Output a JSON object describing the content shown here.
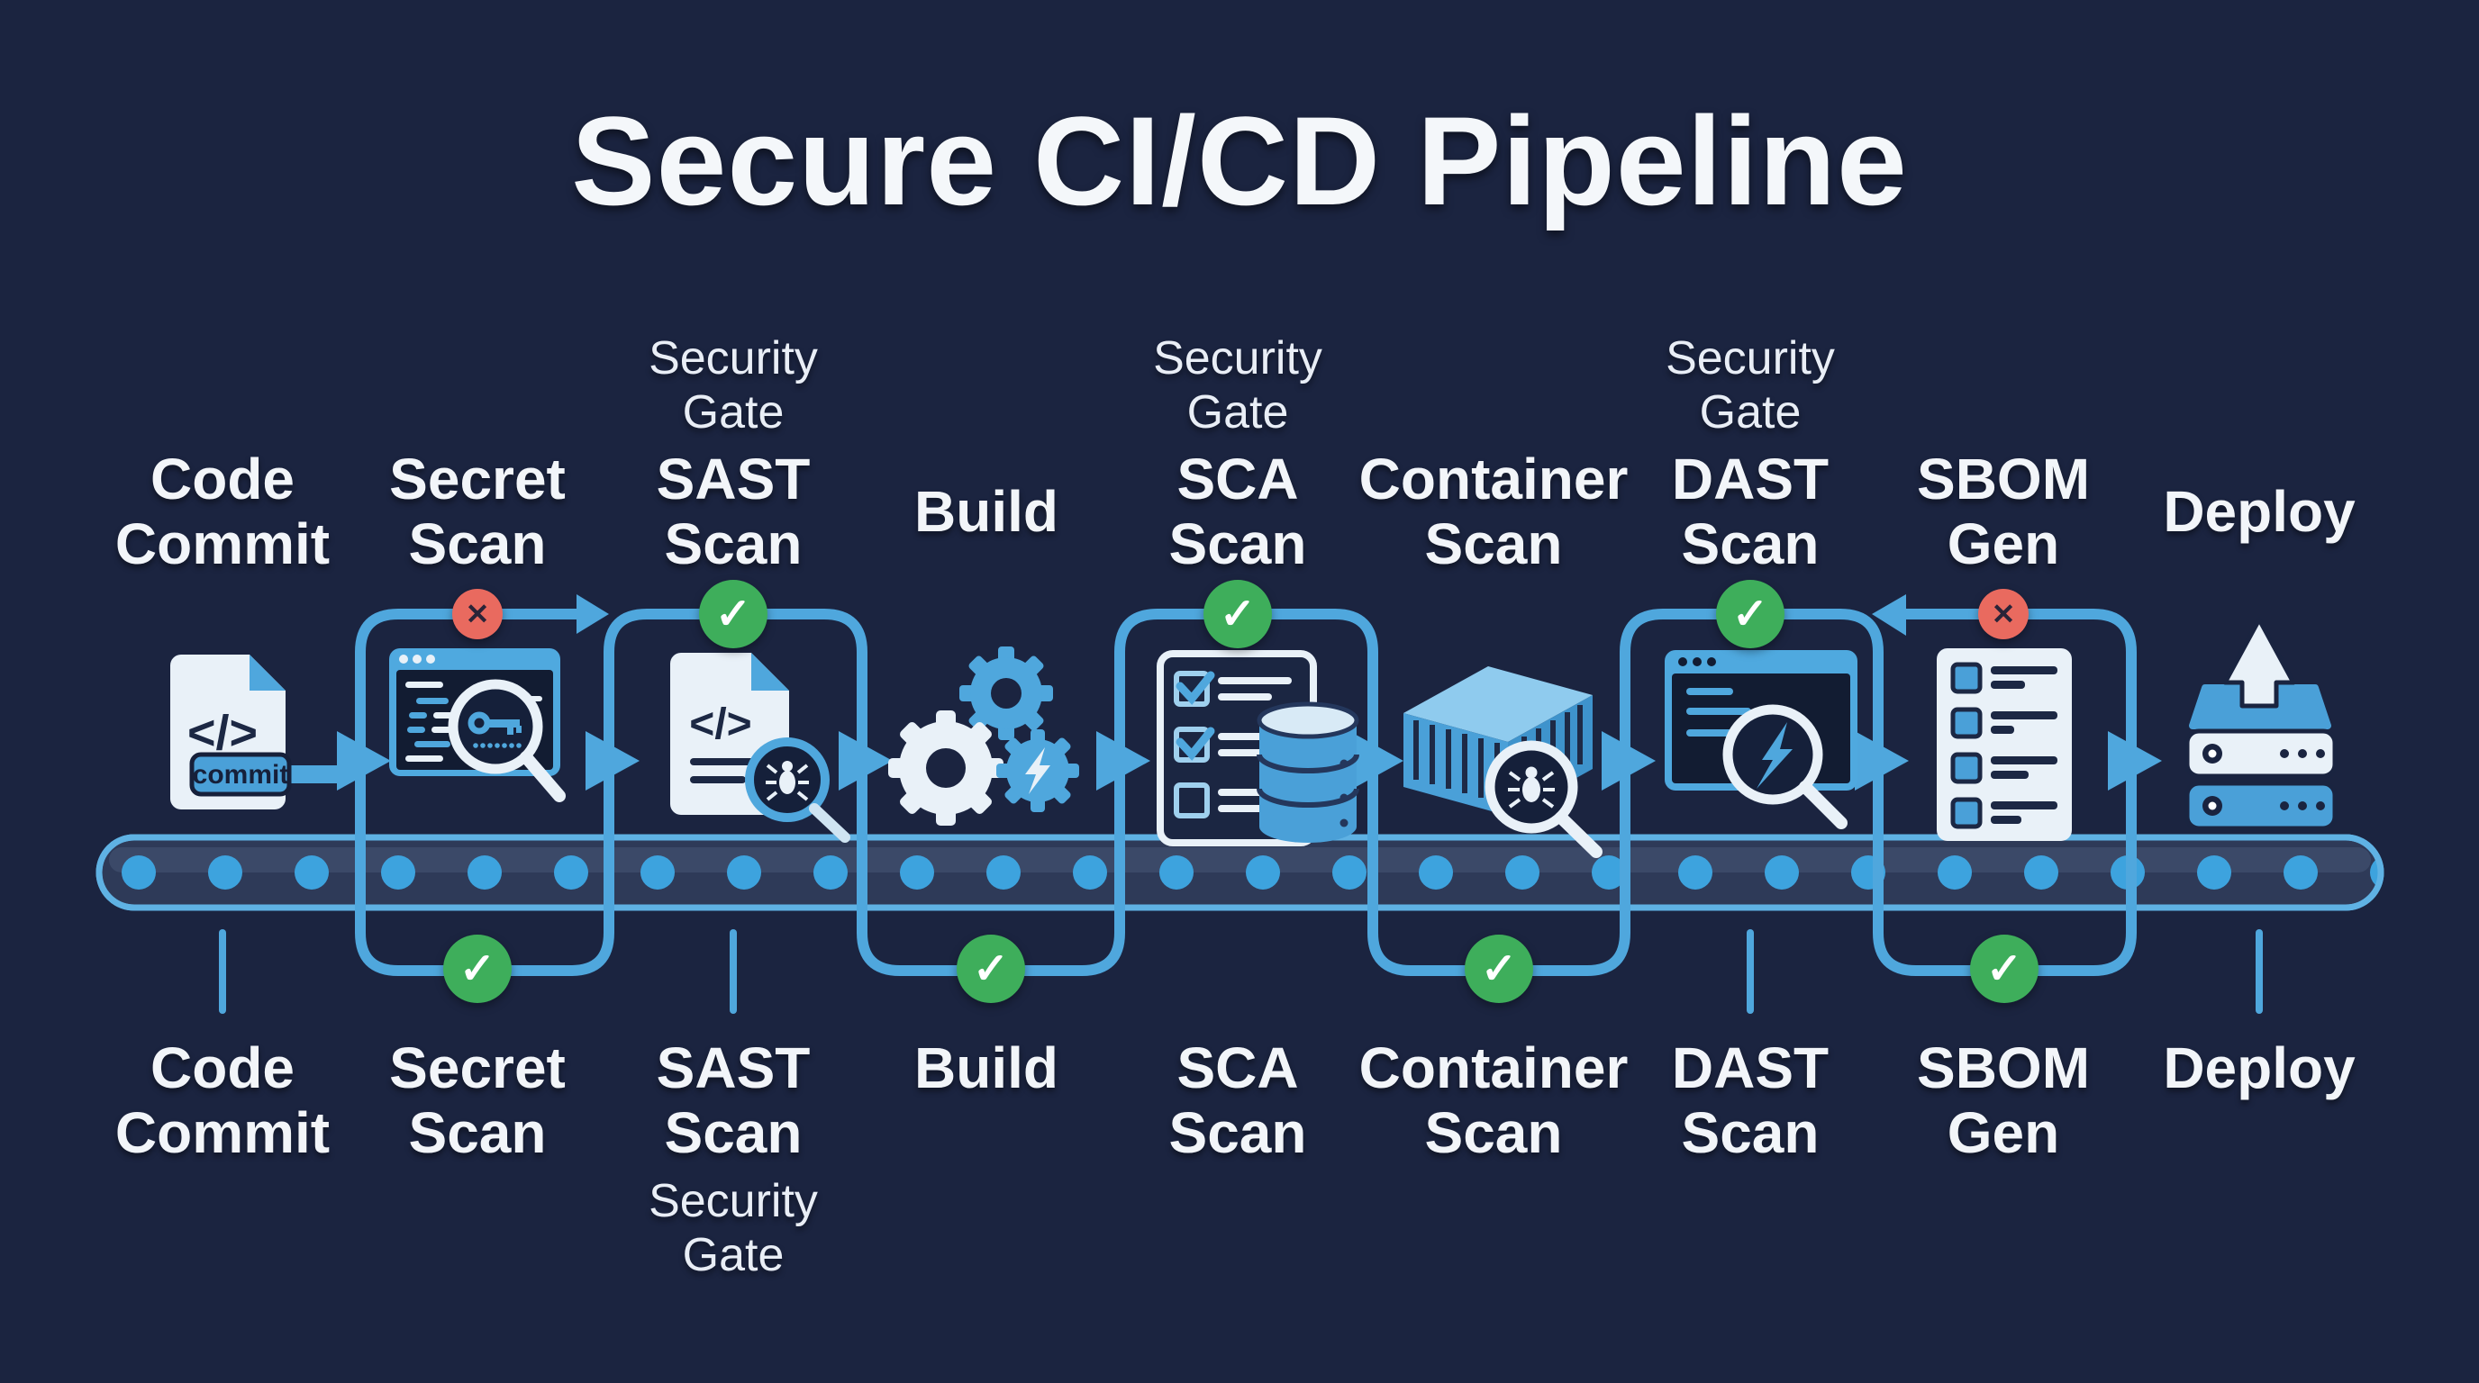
{
  "title": "Secure CI/CD Pipeline",
  "legend": {
    "pass_glyph": "✓",
    "fail_glyph": "✕"
  },
  "icon_text": {
    "commit_tag": "commit",
    "code_glyph": "</>"
  },
  "stages": [
    {
      "name": "Code Commit",
      "top_label": "Code Commit",
      "bottom_label": "Code Commit",
      "gate_label": "",
      "bottom_sublabel": "",
      "icon": "code-file-commit-icon"
    },
    {
      "name": "Secret Scan",
      "top_label": "Secret Scan",
      "bottom_label": "Secret Scan",
      "gate_label": "",
      "bottom_sublabel": "",
      "icon": "browser-key-scan-icon",
      "top_badge": "fail",
      "bottom_badge": "pass"
    },
    {
      "name": "SAST Scan",
      "top_label": "SAST Scan",
      "bottom_label": "SAST Scan",
      "gate_label": "Security Gate",
      "bottom_sublabel": "Security Gate",
      "icon": "code-bug-scan-icon",
      "top_badge": "pass"
    },
    {
      "name": "Build",
      "top_label": "Build",
      "bottom_label": "Build",
      "gate_label": "",
      "bottom_sublabel": "",
      "icon": "gears-icon",
      "bottom_badge": "pass"
    },
    {
      "name": "SCA Scan",
      "top_label": "SCA Scan",
      "bottom_label": "SCA Scan",
      "gate_label": "Security Gate",
      "bottom_sublabel": "",
      "icon": "checklist-database-icon",
      "top_badge": "pass"
    },
    {
      "name": "Container Scan",
      "top_label": "Container Scan",
      "bottom_label": "Container Scan",
      "gate_label": "",
      "bottom_sublabel": "",
      "icon": "container-scan-icon",
      "bottom_badge": "pass"
    },
    {
      "name": "DAST Scan",
      "top_label": "DAST Scan",
      "bottom_label": "DAST Scan",
      "gate_label": "Security Gate",
      "bottom_sublabel": "",
      "icon": "browser-attack-scan-icon",
      "top_badge": "pass"
    },
    {
      "name": "SBOM Gen",
      "top_label": "SBOM Gen",
      "bottom_label": "SBOM Gen",
      "gate_label": "",
      "bottom_sublabel": "",
      "icon": "document-list-icon",
      "top_badge": "fail",
      "bottom_badge": "pass"
    },
    {
      "name": "Deploy",
      "top_label": "Deploy",
      "bottom_label": "Deploy",
      "gate_label": "",
      "bottom_sublabel": "",
      "icon": "server-upload-icon"
    }
  ],
  "colors": {
    "background": "#1B2440",
    "pipeline_blue": "#4FA7DD",
    "accent_blue": "#4AA0D8",
    "titlebar_blue": "#57ADE0",
    "pale": "#E9F1F8",
    "panel_dark": "#121C32",
    "belt_fill": "#2E3A58",
    "pass_green": "#3EAE5B",
    "fail_red": "#E96A5F",
    "text": "#F2F5F9"
  }
}
